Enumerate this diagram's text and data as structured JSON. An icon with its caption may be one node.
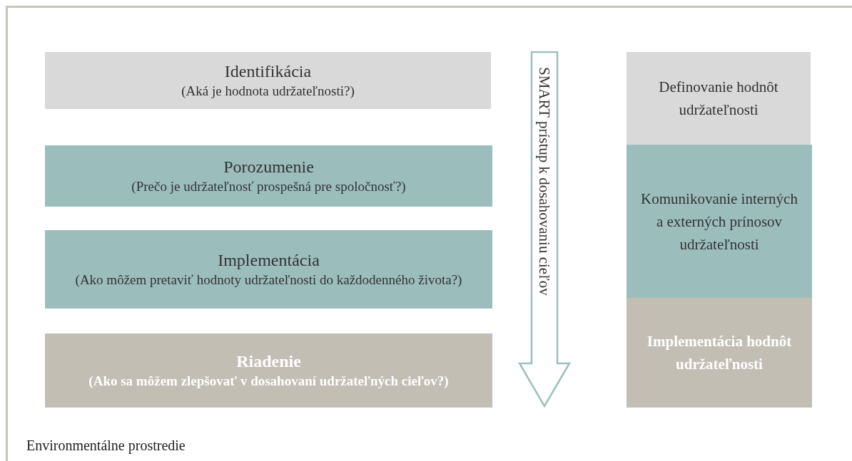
{
  "diagram": {
    "caption": "Environmentálne prostredie",
    "nodes": [
      {
        "text": [
          "Identifikácia",
          "(Aká je hodnota udržateľnosti?)"
        ]
      },
      {
        "text": [
          "Porozumenie",
          "(Prečo je udržateľnosť prospešná pre spoločnosť?)"
        ]
      },
      {
        "text": [
          "Implementácia",
          "(Ako môžem pretaviť hodnoty udržateľnosti do každodenného života?)"
        ]
      },
      {
        "text": [
          "Riadenie",
          "(Ako sa môžem zlepšovať v dosahovaní udržateľných cieľov?)"
        ]
      },
      {
        "text": [
          "SMART prístup k dosahovaniu cieľov"
        ]
      },
      {
        "text": [
          "Definovanie hodnôt udržateľnosti"
        ]
      },
      {
        "text": [
          "Komunikovanie interných a externých prínosov udržateľnosti"
        ]
      },
      {
        "text": [
          "Implementácia hodnôt udržateľnosti"
        ]
      }
    ]
  }
}
